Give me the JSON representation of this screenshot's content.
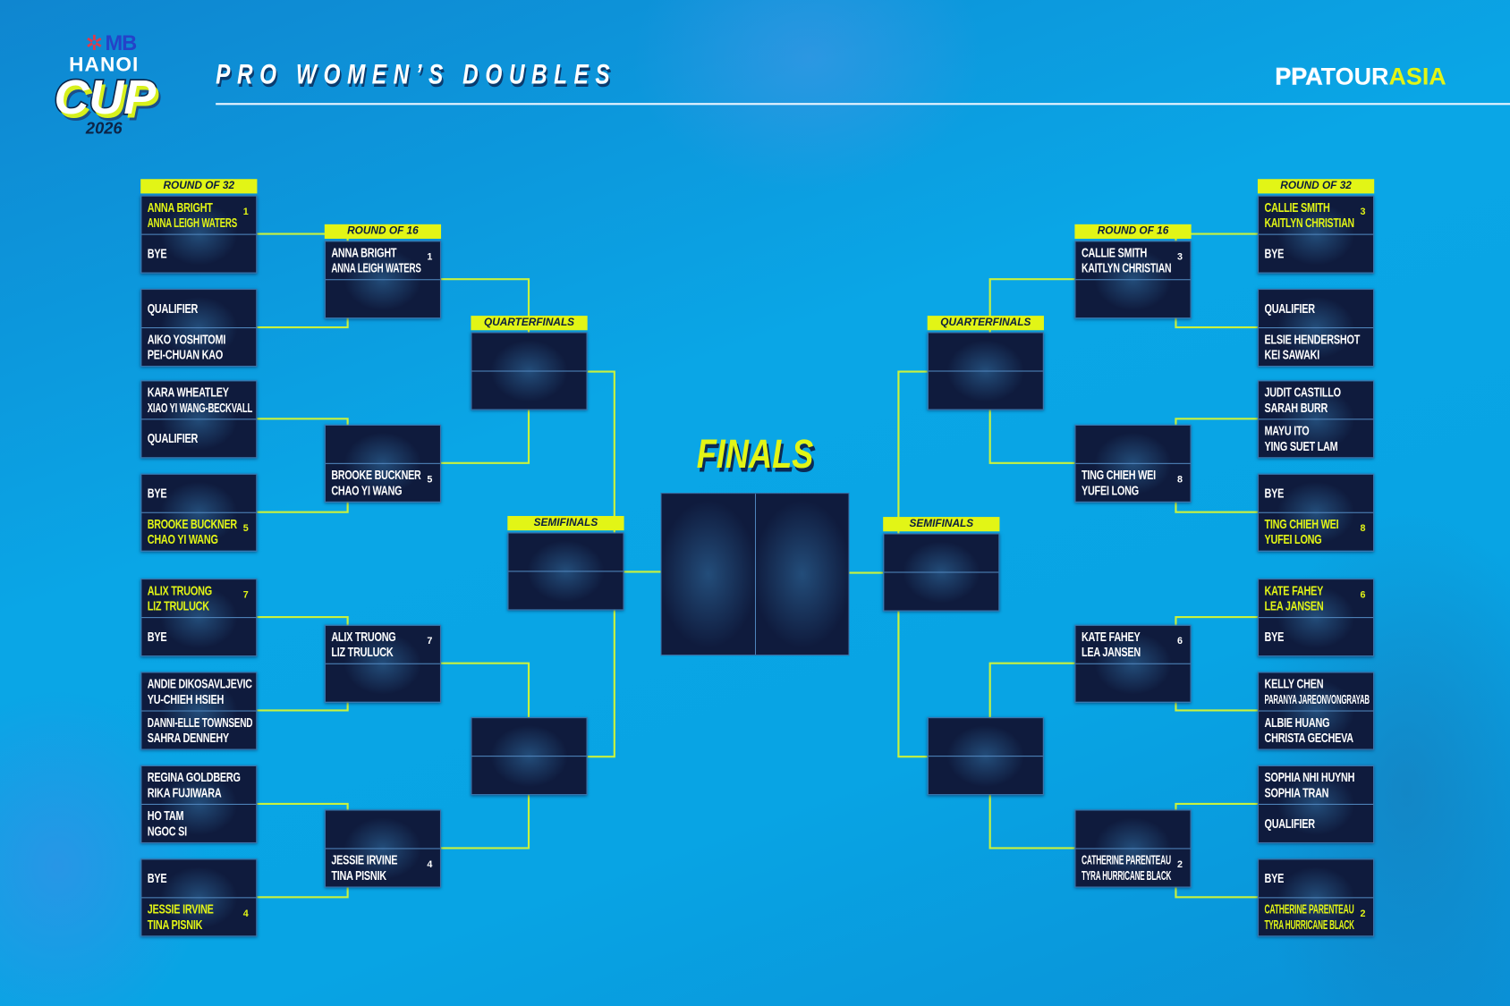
{
  "header": {
    "title": "PRO WOMEN’S DOUBLES",
    "logo": {
      "sponsor": "MB",
      "city": "HANOI",
      "event": "CUP",
      "year": "2026"
    },
    "tour_logo": {
      "ppa": "PPA",
      "tour": "TOUR",
      "region": "ASIA"
    }
  },
  "rounds": {
    "r32": "ROUND OF 32",
    "r16": "ROUND OF 16",
    "qf": "QUARTERFINALS",
    "sf": "SEMIFINALS",
    "final": "FINALS"
  },
  "colors": {
    "accent": "#e2f516",
    "box": "#0f1b3d",
    "background": "#0aa6e6"
  },
  "left": {
    "r32": [
      [
        {
          "p": [
            "ANNA BRIGHT",
            "ANNA LEIGH WATERS"
          ],
          "seed": "1",
          "hl": true
        },
        {
          "p": [
            "BYE"
          ]
        }
      ],
      [
        {
          "p": [
            "QUALIFIER"
          ]
        },
        {
          "p": [
            "AIKO YOSHITOMI",
            "PEI-CHUAN KAO"
          ]
        }
      ],
      [
        {
          "p": [
            "KARA WHEATLEY",
            "XIAO YI WANG-BECKVALL"
          ]
        },
        {
          "p": [
            "QUALIFIER"
          ]
        }
      ],
      [
        {
          "p": [
            "BYE"
          ]
        },
        {
          "p": [
            "BROOKE BUCKNER",
            "CHAO YI WANG"
          ],
          "seed": "5",
          "hl": true
        }
      ],
      [
        {
          "p": [
            "ALIX TRUONG",
            "LIZ TRULUCK"
          ],
          "seed": "7",
          "hl": true
        },
        {
          "p": [
            "BYE"
          ]
        }
      ],
      [
        {
          "p": [
            "ANDIE DIKOSAVLJEVIC",
            "YU-CHIEH HSIEH"
          ]
        },
        {
          "p": [
            "DANNI-ELLE TOWNSEND",
            "SAHRA DENNEHY"
          ]
        }
      ],
      [
        {
          "p": [
            "REGINA GOLDBERG",
            "RIKA FUJIWARA"
          ]
        },
        {
          "p": [
            "HO TAM",
            "NGOC SI"
          ]
        }
      ],
      [
        {
          "p": [
            "BYE"
          ]
        },
        {
          "p": [
            "JESSIE IRVINE",
            "TINA PISNIK"
          ],
          "seed": "4",
          "hl": true
        }
      ]
    ],
    "r16": [
      [
        {
          "p": [
            "ANNA BRIGHT",
            "ANNA LEIGH WATERS"
          ],
          "seed": "1"
        },
        {
          "p": []
        }
      ],
      [
        {
          "p": []
        },
        {
          "p": [
            "BROOKE BUCKNER",
            "CHAO YI WANG"
          ],
          "seed": "5"
        }
      ],
      [
        {
          "p": [
            "ALIX TRUONG",
            "LIZ TRULUCK"
          ],
          "seed": "7"
        },
        {
          "p": []
        }
      ],
      [
        {
          "p": []
        },
        {
          "p": [
            "JESSIE IRVINE",
            "TINA PISNIK"
          ],
          "seed": "4"
        }
      ]
    ],
    "qf": [
      [
        {
          "p": []
        },
        {
          "p": []
        }
      ],
      [
        {
          "p": []
        },
        {
          "p": []
        }
      ]
    ],
    "sf": [
      [
        {
          "p": []
        },
        {
          "p": []
        }
      ]
    ]
  },
  "right": {
    "r32": [
      [
        {
          "p": [
            "CALLIE SMITH",
            "KAITLYN CHRISTIAN"
          ],
          "seed": "3",
          "hl": true
        },
        {
          "p": [
            "BYE"
          ]
        }
      ],
      [
        {
          "p": [
            "QUALIFIER"
          ]
        },
        {
          "p": [
            "ELSIE HENDERSHOT",
            "KEI SAWAKI"
          ]
        }
      ],
      [
        {
          "p": [
            "JUDIT CASTILLO",
            "SARAH BURR"
          ]
        },
        {
          "p": [
            "MAYU ITO",
            "YING SUET LAM"
          ]
        }
      ],
      [
        {
          "p": [
            "BYE"
          ]
        },
        {
          "p": [
            "TING CHIEH WEI",
            "YUFEI LONG"
          ],
          "seed": "8",
          "hl": true
        }
      ],
      [
        {
          "p": [
            "KATE FAHEY",
            "LEA JANSEN"
          ],
          "seed": "6",
          "hl": true
        },
        {
          "p": [
            "BYE"
          ]
        }
      ],
      [
        {
          "p": [
            "KELLY CHEN",
            "PARANYA JAREONVONGRAYAB"
          ]
        },
        {
          "p": [
            "ALBIE HUANG",
            "CHRISTA GECHEVA"
          ]
        }
      ],
      [
        {
          "p": [
            "SOPHIA NHI HUYNH",
            "SOPHIA TRAN"
          ]
        },
        {
          "p": [
            "QUALIFIER"
          ]
        }
      ],
      [
        {
          "p": [
            "BYE"
          ]
        },
        {
          "p": [
            "CATHERINE PARENTEAU",
            "TYRA HURRICANE BLACK"
          ],
          "seed": "2",
          "hl": true
        }
      ]
    ],
    "r16": [
      [
        {
          "p": [
            "CALLIE SMITH",
            "KAITLYN CHRISTIAN"
          ],
          "seed": "3"
        },
        {
          "p": []
        }
      ],
      [
        {
          "p": []
        },
        {
          "p": [
            "TING CHIEH WEI",
            "YUFEI LONG"
          ],
          "seed": "8"
        }
      ],
      [
        {
          "p": [
            "KATE FAHEY",
            "LEA JANSEN"
          ],
          "seed": "6"
        },
        {
          "p": []
        }
      ],
      [
        {
          "p": []
        },
        {
          "p": [
            "CATHERINE PARENTEAU",
            "TYRA HURRICANE BLACK"
          ],
          "seed": "2"
        }
      ]
    ],
    "qf": [
      [
        {
          "p": []
        },
        {
          "p": []
        }
      ],
      [
        {
          "p": []
        },
        {
          "p": []
        }
      ]
    ],
    "sf": [
      [
        {
          "p": []
        },
        {
          "p": []
        }
      ]
    ]
  }
}
